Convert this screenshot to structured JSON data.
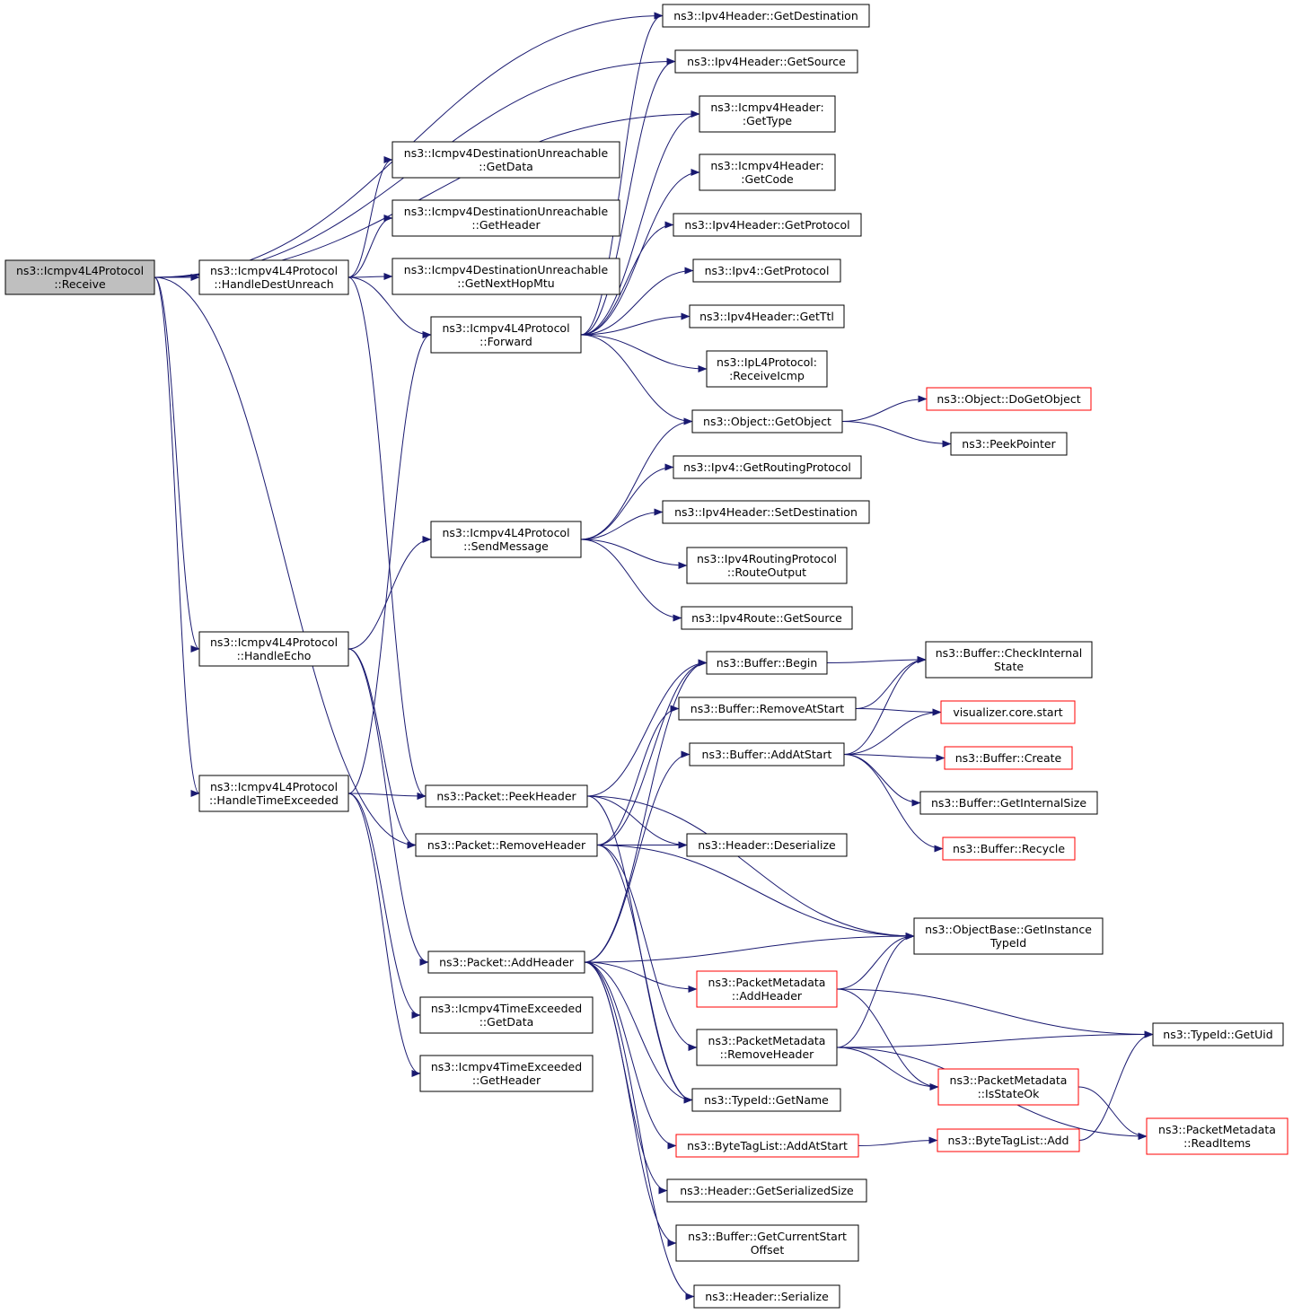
{
  "colors": {
    "edge": "#191970",
    "node_border": "#000000",
    "node_border_incomplete": "#ff0000",
    "node_fill": "#ffffff",
    "root_fill": "#bfbfbf"
  },
  "nodes": [
    {
      "id": "receive",
      "lines": [
        "ns3::Icmpv4L4Protocol",
        "::Receive"
      ],
      "root": true
    },
    {
      "id": "handleDestUnreach",
      "lines": [
        "ns3::Icmpv4L4Protocol",
        "::HandleDestUnreach"
      ]
    },
    {
      "id": "handleEcho",
      "lines": [
        "ns3::Icmpv4L4Protocol",
        "::HandleEcho"
      ]
    },
    {
      "id": "handleTimeExceeded",
      "lines": [
        "ns3::Icmpv4L4Protocol",
        "::HandleTimeExceeded"
      ]
    },
    {
      "id": "duGetData",
      "lines": [
        "ns3::Icmpv4DestinationUnreachable",
        "::GetData"
      ]
    },
    {
      "id": "duGetHeader",
      "lines": [
        "ns3::Icmpv4DestinationUnreachable",
        "::GetHeader"
      ]
    },
    {
      "id": "duGetNextHopMtu",
      "lines": [
        "ns3::Icmpv4DestinationUnreachable",
        "::GetNextHopMtu"
      ]
    },
    {
      "id": "forward",
      "lines": [
        "ns3::Icmpv4L4Protocol",
        "::Forward"
      ]
    },
    {
      "id": "sendMessage",
      "lines": [
        "ns3::Icmpv4L4Protocol",
        "::SendMessage"
      ]
    },
    {
      "id": "peekHeader",
      "lines": [
        "ns3::Packet::PeekHeader"
      ]
    },
    {
      "id": "removeHeader",
      "lines": [
        "ns3::Packet::RemoveHeader"
      ]
    },
    {
      "id": "addHeader",
      "lines": [
        "ns3::Packet::AddHeader"
      ]
    },
    {
      "id": "teGetData",
      "lines": [
        "ns3::Icmpv4TimeExceeded",
        "::GetData"
      ]
    },
    {
      "id": "teGetHeader",
      "lines": [
        "ns3::Icmpv4TimeExceeded",
        "::GetHeader"
      ]
    },
    {
      "id": "ipv4GetDestination",
      "lines": [
        "ns3::Ipv4Header::GetDestination"
      ]
    },
    {
      "id": "ipv4GetSource",
      "lines": [
        "ns3::Ipv4Header::GetSource"
      ]
    },
    {
      "id": "icmpGetType",
      "lines": [
        "ns3::Icmpv4Header:",
        ":GetType"
      ]
    },
    {
      "id": "icmpGetCode",
      "lines": [
        "ns3::Icmpv4Header:",
        ":GetCode"
      ]
    },
    {
      "id": "ipv4HdrGetProtocol",
      "lines": [
        "ns3::Ipv4Header::GetProtocol"
      ]
    },
    {
      "id": "ipv4GetProtocol",
      "lines": [
        "ns3::Ipv4::GetProtocol"
      ]
    },
    {
      "id": "ipv4GetTtl",
      "lines": [
        "ns3::Ipv4Header::GetTtl"
      ]
    },
    {
      "id": "ipL4ReceiveIcmp",
      "lines": [
        "ns3::IpL4Protocol:",
        ":ReceiveIcmp"
      ]
    },
    {
      "id": "getObject",
      "lines": [
        "ns3::Object::GetObject"
      ]
    },
    {
      "id": "doGetObject",
      "lines": [
        "ns3::Object::DoGetObject"
      ],
      "incomplete": true
    },
    {
      "id": "peekPointer",
      "lines": [
        "ns3::PeekPointer"
      ]
    },
    {
      "id": "getRoutingProtocol",
      "lines": [
        "ns3::Ipv4::GetRoutingProtocol"
      ]
    },
    {
      "id": "setDestination",
      "lines": [
        "ns3::Ipv4Header::SetDestination"
      ]
    },
    {
      "id": "routeOutput",
      "lines": [
        "ns3::Ipv4RoutingProtocol",
        "::RouteOutput"
      ]
    },
    {
      "id": "routeGetSource",
      "lines": [
        "ns3::Ipv4Route::GetSource"
      ]
    },
    {
      "id": "bufferBegin",
      "lines": [
        "ns3::Buffer::Begin"
      ]
    },
    {
      "id": "bufferRemoveAtStart",
      "lines": [
        "ns3::Buffer::RemoveAtStart"
      ]
    },
    {
      "id": "bufferAddAtStart",
      "lines": [
        "ns3::Buffer::AddAtStart"
      ]
    },
    {
      "id": "headerDeserialize",
      "lines": [
        "ns3::Header::Deserialize"
      ]
    },
    {
      "id": "checkInternalState",
      "lines": [
        "ns3::Buffer::CheckInternal",
        "State"
      ]
    },
    {
      "id": "vizStart",
      "lines": [
        "visualizer.core.start"
      ],
      "incomplete": true
    },
    {
      "id": "bufferCreate",
      "lines": [
        "ns3::Buffer::Create"
      ],
      "incomplete": true
    },
    {
      "id": "bufferGetInternalSize",
      "lines": [
        "ns3::Buffer::GetInternalSize"
      ]
    },
    {
      "id": "bufferRecycle",
      "lines": [
        "ns3::Buffer::Recycle"
      ],
      "incomplete": true
    },
    {
      "id": "getInstanceTypeId",
      "lines": [
        "ns3::ObjectBase::GetInstance",
        "TypeId"
      ]
    },
    {
      "id": "pmAddHeader",
      "lines": [
        "ns3::PacketMetadata",
        "::AddHeader"
      ],
      "incomplete": true
    },
    {
      "id": "pmRemoveHeader",
      "lines": [
        "ns3::PacketMetadata",
        "::RemoveHeader"
      ]
    },
    {
      "id": "typeIdGetUid",
      "lines": [
        "ns3::TypeId::GetUid"
      ]
    },
    {
      "id": "pmIsStateOk",
      "lines": [
        "ns3::PacketMetadata",
        "::IsStateOk"
      ],
      "incomplete": true
    },
    {
      "id": "pmReadItems",
      "lines": [
        "ns3::PacketMetadata",
        "::ReadItems"
      ],
      "incomplete": true
    },
    {
      "id": "typeIdGetName",
      "lines": [
        "ns3::TypeId::GetName"
      ]
    },
    {
      "id": "btlAddAtStart",
      "lines": [
        "ns3::ByteTagList::AddAtStart"
      ],
      "incomplete": true
    },
    {
      "id": "btlAdd",
      "lines": [
        "ns3::ByteTagList::Add"
      ],
      "incomplete": true
    },
    {
      "id": "getSerializedSize",
      "lines": [
        "ns3::Header::GetSerializedSize"
      ]
    },
    {
      "id": "getCurrentStartOffset",
      "lines": [
        "ns3::Buffer::GetCurrentStart",
        "Offset"
      ]
    },
    {
      "id": "headerSerialize",
      "lines": [
        "ns3::Header::Serialize"
      ]
    }
  ],
  "edges": [
    [
      "receive",
      "ipv4GetDestination"
    ],
    [
      "receive",
      "ipv4GetSource"
    ],
    [
      "receive",
      "icmpGetType"
    ],
    [
      "receive",
      "handleDestUnreach"
    ],
    [
      "receive",
      "handleEcho"
    ],
    [
      "receive",
      "handleTimeExceeded"
    ],
    [
      "receive",
      "removeHeader"
    ],
    [
      "handleDestUnreach",
      "duGetData"
    ],
    [
      "handleDestUnreach",
      "duGetHeader"
    ],
    [
      "handleDestUnreach",
      "duGetNextHopMtu"
    ],
    [
      "handleDestUnreach",
      "forward"
    ],
    [
      "handleDestUnreach",
      "peekHeader"
    ],
    [
      "forward",
      "ipv4GetDestination"
    ],
    [
      "forward",
      "ipv4GetSource"
    ],
    [
      "forward",
      "icmpGetType"
    ],
    [
      "forward",
      "icmpGetCode"
    ],
    [
      "forward",
      "ipv4HdrGetProtocol"
    ],
    [
      "forward",
      "ipv4GetProtocol"
    ],
    [
      "forward",
      "ipv4GetTtl"
    ],
    [
      "forward",
      "ipL4ReceiveIcmp"
    ],
    [
      "forward",
      "getObject"
    ],
    [
      "getObject",
      "doGetObject"
    ],
    [
      "getObject",
      "peekPointer"
    ],
    [
      "handleEcho",
      "sendMessage"
    ],
    [
      "handleEcho",
      "removeHeader"
    ],
    [
      "handleEcho",
      "addHeader"
    ],
    [
      "sendMessage",
      "getObject"
    ],
    [
      "sendMessage",
      "getRoutingProtocol"
    ],
    [
      "sendMessage",
      "setDestination"
    ],
    [
      "sendMessage",
      "routeOutput"
    ],
    [
      "sendMessage",
      "routeGetSource"
    ],
    [
      "handleTimeExceeded",
      "forward"
    ],
    [
      "handleTimeExceeded",
      "peekHeader"
    ],
    [
      "handleTimeExceeded",
      "teGetData"
    ],
    [
      "handleTimeExceeded",
      "teGetHeader"
    ],
    [
      "peekHeader",
      "bufferBegin"
    ],
    [
      "peekHeader",
      "headerDeserialize"
    ],
    [
      "peekHeader",
      "getInstanceTypeId"
    ],
    [
      "peekHeader",
      "typeIdGetName"
    ],
    [
      "removeHeader",
      "bufferBegin"
    ],
    [
      "removeHeader",
      "bufferRemoveAtStart"
    ],
    [
      "removeHeader",
      "headerDeserialize"
    ],
    [
      "removeHeader",
      "getInstanceTypeId"
    ],
    [
      "removeHeader",
      "pmRemoveHeader"
    ],
    [
      "removeHeader",
      "typeIdGetName"
    ],
    [
      "addHeader",
      "bufferBegin"
    ],
    [
      "addHeader",
      "bufferAddAtStart"
    ],
    [
      "addHeader",
      "getInstanceTypeId"
    ],
    [
      "addHeader",
      "pmAddHeader"
    ],
    [
      "addHeader",
      "typeIdGetName"
    ],
    [
      "addHeader",
      "btlAddAtStart"
    ],
    [
      "addHeader",
      "getSerializedSize"
    ],
    [
      "addHeader",
      "getCurrentStartOffset"
    ],
    [
      "addHeader",
      "headerSerialize"
    ],
    [
      "bufferBegin",
      "checkInternalState"
    ],
    [
      "bufferRemoveAtStart",
      "checkInternalState"
    ],
    [
      "bufferRemoveAtStart",
      "vizStart"
    ],
    [
      "bufferAddAtStart",
      "checkInternalState"
    ],
    [
      "bufferAddAtStart",
      "vizStart"
    ],
    [
      "bufferAddAtStart",
      "bufferCreate"
    ],
    [
      "bufferAddAtStart",
      "bufferGetInternalSize"
    ],
    [
      "bufferAddAtStart",
      "bufferRecycle"
    ],
    [
      "pmAddHeader",
      "getInstanceTypeId"
    ],
    [
      "pmAddHeader",
      "typeIdGetUid"
    ],
    [
      "pmAddHeader",
      "pmIsStateOk"
    ],
    [
      "pmRemoveHeader",
      "getInstanceTypeId"
    ],
    [
      "pmRemoveHeader",
      "typeIdGetUid"
    ],
    [
      "pmRemoveHeader",
      "pmIsStateOk"
    ],
    [
      "pmRemoveHeader",
      "pmReadItems"
    ],
    [
      "pmIsStateOk",
      "pmReadItems"
    ],
    [
      "btlAddAtStart",
      "btlAdd"
    ],
    [
      "btlAdd",
      "typeIdGetUid"
    ]
  ]
}
